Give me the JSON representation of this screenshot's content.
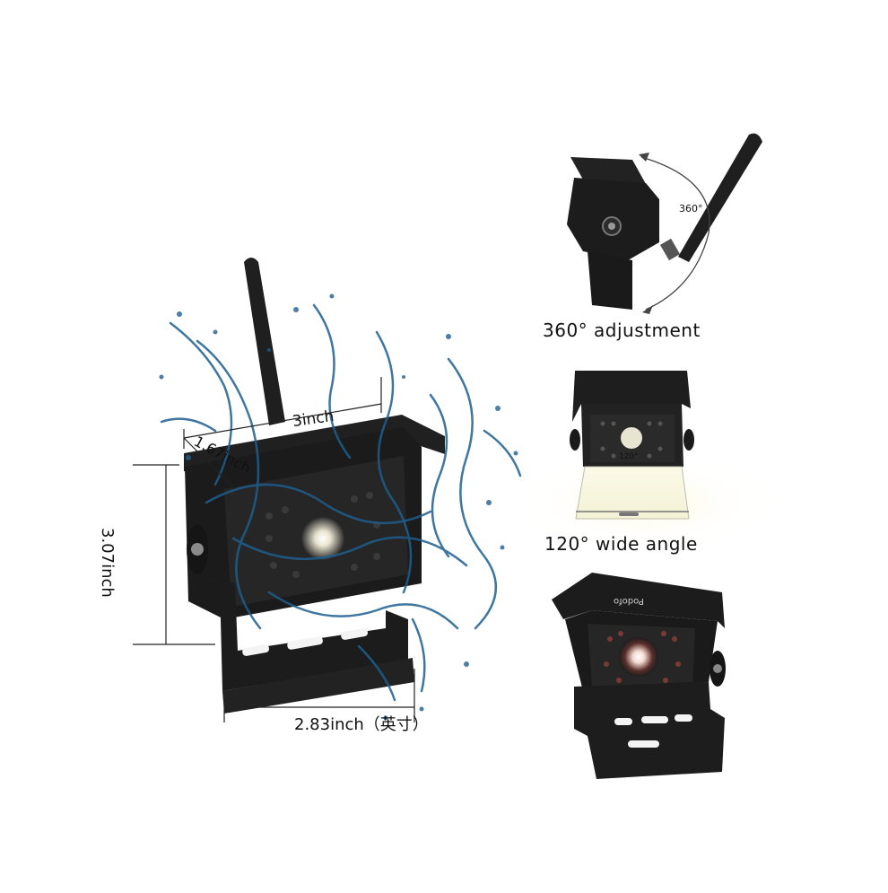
{
  "labels": {
    "adjustment": "360° adjustment",
    "wide_angle": "120° wide angle",
    "width": "2.83inch（英寸）",
    "height": "3.07inch",
    "top_width": "3inch",
    "depth": "1.67inch",
    "rotation_degree": "360°",
    "angle_degree": "120°",
    "brand": "Podofo"
  },
  "colors": {
    "camera_body": "#1c1c1c",
    "water_splash": "#1d5f8f",
    "background": "#ffffff"
  }
}
